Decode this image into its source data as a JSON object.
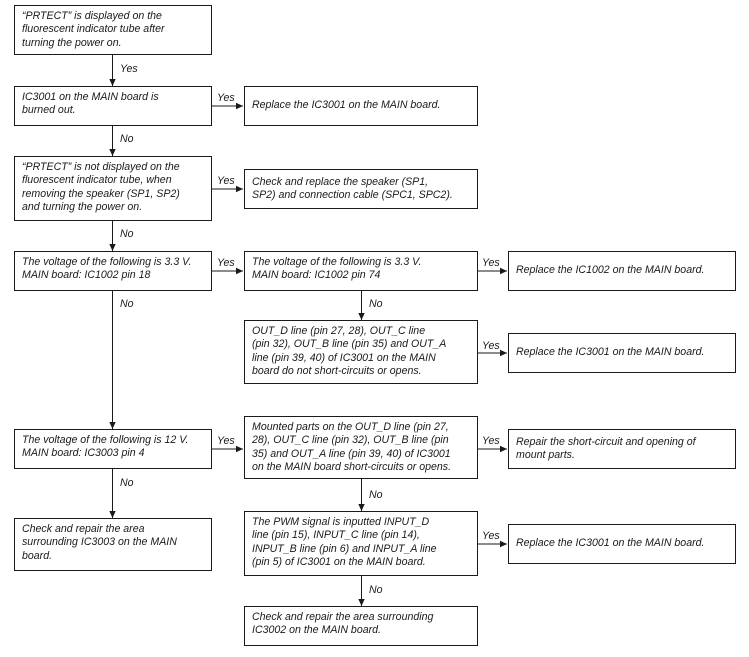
{
  "boxes": {
    "b1": "“PRTECT” is displayed on the\nfluorescent indicator tube after\nturning the power on.",
    "b2": "IC3001 on the MAIN board is\nburned out.",
    "b2r": "Replace the IC3001 on the MAIN board.",
    "b3": "“PRTECT” is not displayed on the\nfluorescent indicator tube, when\nremoving the speaker (SP1, SP2)\nand turning the power on.",
    "b3r": "Check and replace the speaker (SP1,\nSP2) and connection cable (SPC1, SPC2).",
    "b4": "The voltage of the following is 3.3 V.\nMAIN board: IC1002 pin 18",
    "b4m": "The voltage of the following is 3.3 V.\nMAIN board: IC1002 pin 74",
    "b4r": "Replace the IC1002 on the MAIN board.",
    "b5m": "OUT_D line (pin 27, 28), OUT_C line\n(pin 32), OUT_B line (pin 35) and OUT_A\nline (pin 39, 40) of IC3001 on the MAIN\nboard do not short-circuits or opens.",
    "b5r": "Replace the IC3001 on the MAIN board.",
    "b6": "The voltage of the following is 12 V.\nMAIN board: IC3003 pin 4",
    "b6m": "Mounted parts on the OUT_D line (pin 27,\n28), OUT_C line (pin 32), OUT_B line (pin\n35) and OUT_A line (pin 39, 40) of IC3001\non the MAIN board short-circuits or opens.",
    "b6r": "Repair the short-circuit and opening of\nmount parts.",
    "b7": "Check and repair the area\nsurrounding IC3003 on the MAIN\nboard.",
    "b7m": "The PWM signal is inputted INPUT_D\nline (pin 15), INPUT_C line (pin 14),\nINPUT_B line (pin 6) and INPUT_A line\n(pin 5) of IC3001 on the MAIN board.",
    "b7r": "Replace the IC3001 on the MAIN board.",
    "b8m": "Check and repair the area surrounding\nIC3002 on the MAIN board."
  },
  "labels": {
    "yes": "Yes",
    "no": "No"
  }
}
